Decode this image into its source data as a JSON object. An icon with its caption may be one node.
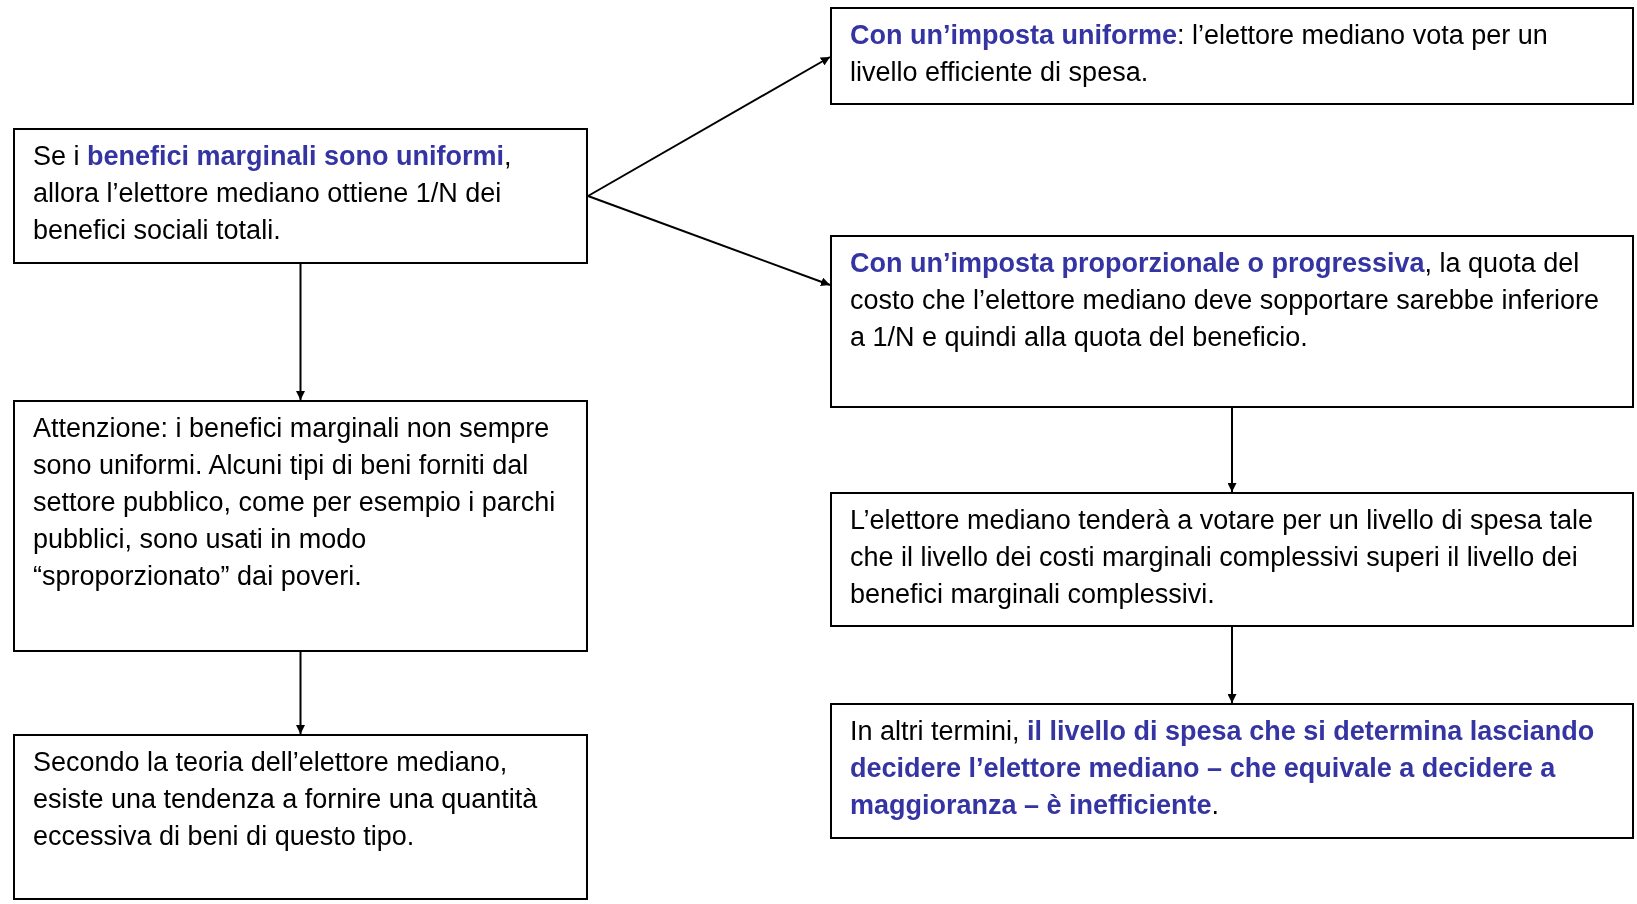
{
  "diagram": {
    "nodes": [
      {
        "text": [
          "Se i **benefici marginali sono uniformi**, allora l’elettore mediano ottiene 1/N dei benefici sociali totali."
        ]
      },
      {
        "text": [
          "Attenzione: i benefici marginali non sempre sono uniformi. Alcuni tipi di beni forniti dal settore pubblico, come per esempio i parchi pubblici, sono usati in modo “sproporzionato” dai poveri."
        ]
      },
      {
        "text": [
          "Secondo la teoria dell’elettore mediano, esiste una tendenza a fornire una quantità eccessiva di beni di questo tipo."
        ]
      },
      {
        "text": [
          "**Con un’imposta uniforme**: l’elettore mediano vota per un livello efficiente di spesa."
        ]
      },
      {
        "text": [
          "**Con un’imposta proporzionale o progressiva**, la quota del costo che l’elettore mediano deve sopportare sarebbe inferiore a 1/N e quindi alla quota del beneficio."
        ]
      },
      {
        "text": [
          "L’elettore mediano tenderà a votare per un livello di spesa tale che il livello dei costi marginali complessivi superi il livello dei benefici marginali complessivi."
        ]
      },
      {
        "text": [
          "In altri termini, **il livello di spesa che si determina lasciando decidere l’elettore mediano – che equivale a decidere a maggioranza – è inefficiente**."
        ]
      }
    ],
    "edges": [
      {
        "from": 0,
        "to": 3,
        "arrow": "to"
      },
      {
        "from": 0,
        "to": 4,
        "arrow": "to"
      },
      {
        "from": 0,
        "to": 1,
        "arrow": "to"
      },
      {
        "from": 1,
        "to": 2,
        "arrow": "to"
      },
      {
        "from": 4,
        "to": 5,
        "arrow": "to"
      },
      {
        "from": 5,
        "to": 6,
        "arrow": "to"
      }
    ]
  }
}
